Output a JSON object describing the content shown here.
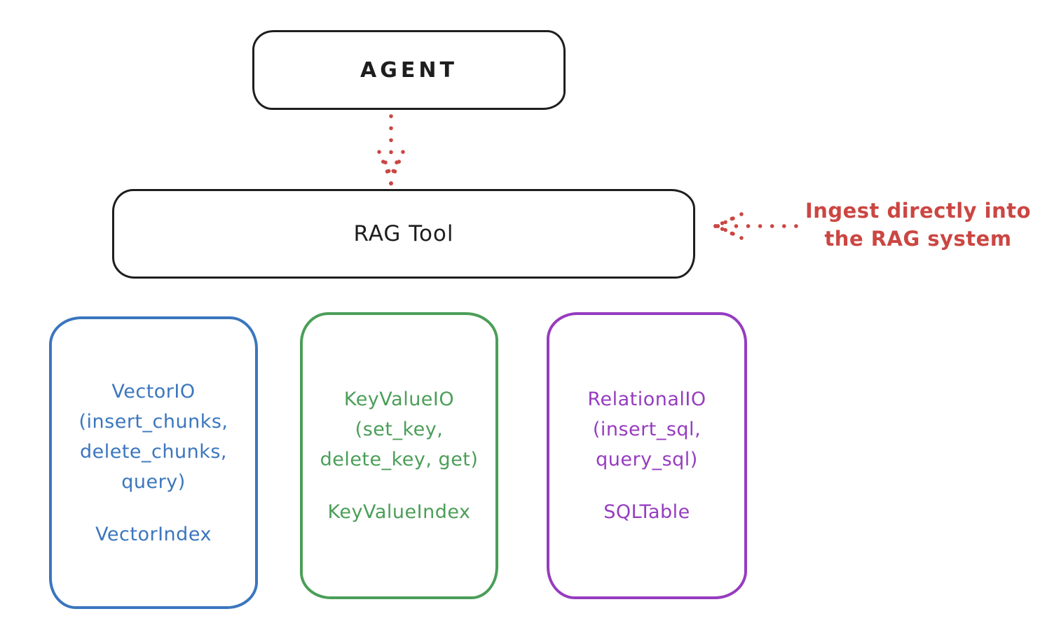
{
  "canvas": {
    "background": "#ffffff"
  },
  "agent_box": {
    "label": "AGENT"
  },
  "rag_box": {
    "label": "RAG Tool"
  },
  "annotation": {
    "lines": [
      "Ingest directly into",
      "the RAG system"
    ],
    "color": "#cb4642"
  },
  "io_boxes": [
    {
      "name": "VectorIO",
      "signature_lines": [
        "VectorIO",
        "(insert_chunks,",
        "delete_chunks,",
        "query)"
      ],
      "index_label": "VectorIndex",
      "color": "#3b76be"
    },
    {
      "name": "KeyValueIO",
      "signature_lines": [
        "KeyValueIO",
        "(set_key,",
        "delete_key, get)"
      ],
      "index_label": "KeyValueIndex",
      "color": "#4b9e58"
    },
    {
      "name": "RelationalIO",
      "signature_lines": [
        "RelationalIO",
        "(insert_sql,",
        "query_sql)"
      ],
      "index_label": "SQLTable",
      "color": "#963cbf"
    }
  ],
  "colors": {
    "stroke_black": "#1e1e1e",
    "arrow_red": "#cb4642",
    "blue": "#3b76be",
    "green": "#4b9e58",
    "purple": "#963cbf"
  }
}
